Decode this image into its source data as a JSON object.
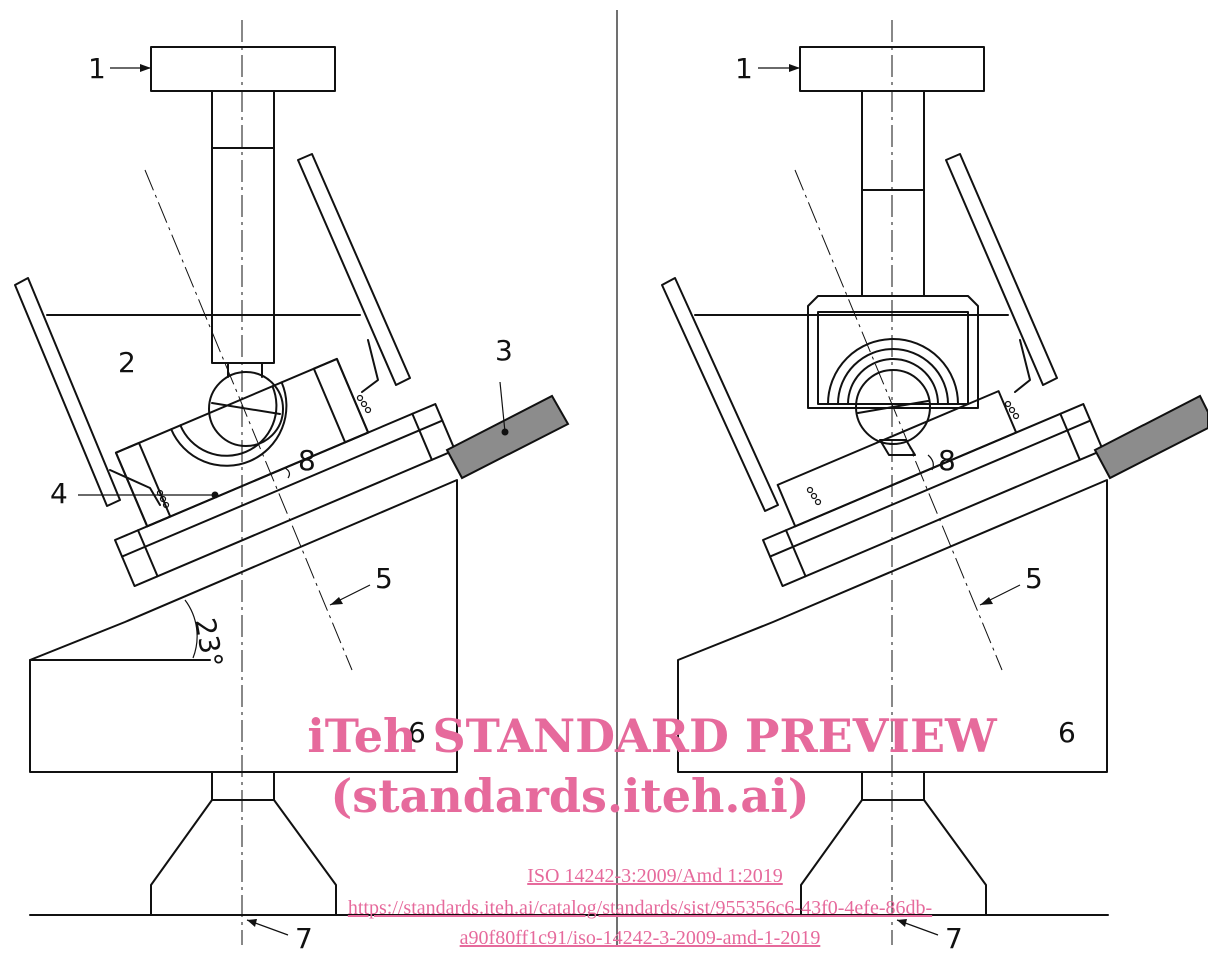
{
  "figure": {
    "left_view": {
      "labels": [
        "1",
        "2",
        "3",
        "4",
        "5",
        "6",
        "7",
        "8"
      ],
      "angle_label": "23°"
    },
    "right_view": {
      "labels": [
        "1",
        "5",
        "6",
        "7",
        "8"
      ]
    }
  },
  "watermark": {
    "title": "iTeh STANDARD PREVIEW",
    "subtitle": "(standards.iteh.ai)",
    "standard_link": "ISO 14242-3:2009/Amd 1:2019",
    "url_line1": "https://standards.iteh.ai/catalog/standards/sist/955356c6-43f0-4efe-86db-",
    "url_line2": "a90f80ff1c91/iso-14242-3-2009-amd-1-2019"
  },
  "colors": {
    "line": "#111111",
    "rod_fill": "#8c8c8c",
    "watermark": "#e66a9c"
  }
}
